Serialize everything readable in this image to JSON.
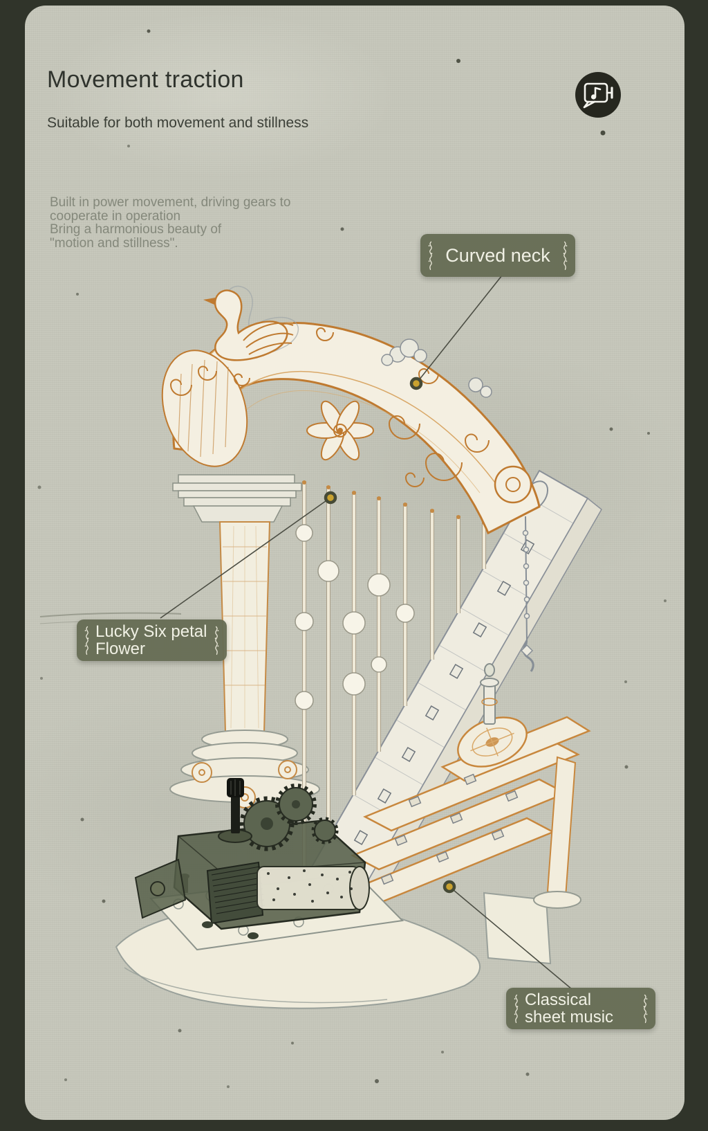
{
  "colors": {
    "outer_bg": "#30342a",
    "card_bg": "#c7c8bc",
    "title": "#2f332d",
    "subtitle": "#3b3f37",
    "body_text": "#84887b",
    "label_bg": "#676d55",
    "label_text": "#f3f3e7",
    "accent_orange": "#c1803a",
    "sketch_gray": "#8a9096",
    "movement_green": "#57604a",
    "icon_circle_bg": "#26271f",
    "leader_line": "#4c4e44",
    "anchor_dot": "#c9a22f"
  },
  "header": {
    "title": "Movement traction",
    "subtitle": "Suitable for both movement and stillness",
    "description_lines": [
      "Built in power movement, driving gears to",
      "cooperate in operation",
      "Bring a harmonious beauty of",
      "\"motion and stillness\"."
    ]
  },
  "icons": {
    "badge": "music-box-crank-icon"
  },
  "callouts": {
    "curved_neck": {
      "line1": "Curved neck",
      "line2": ""
    },
    "lucky_flower": {
      "line1": "Lucky Six petal",
      "line2": "Flower"
    },
    "sheet_music": {
      "line1": "Classical",
      "line2": "sheet music"
    }
  }
}
